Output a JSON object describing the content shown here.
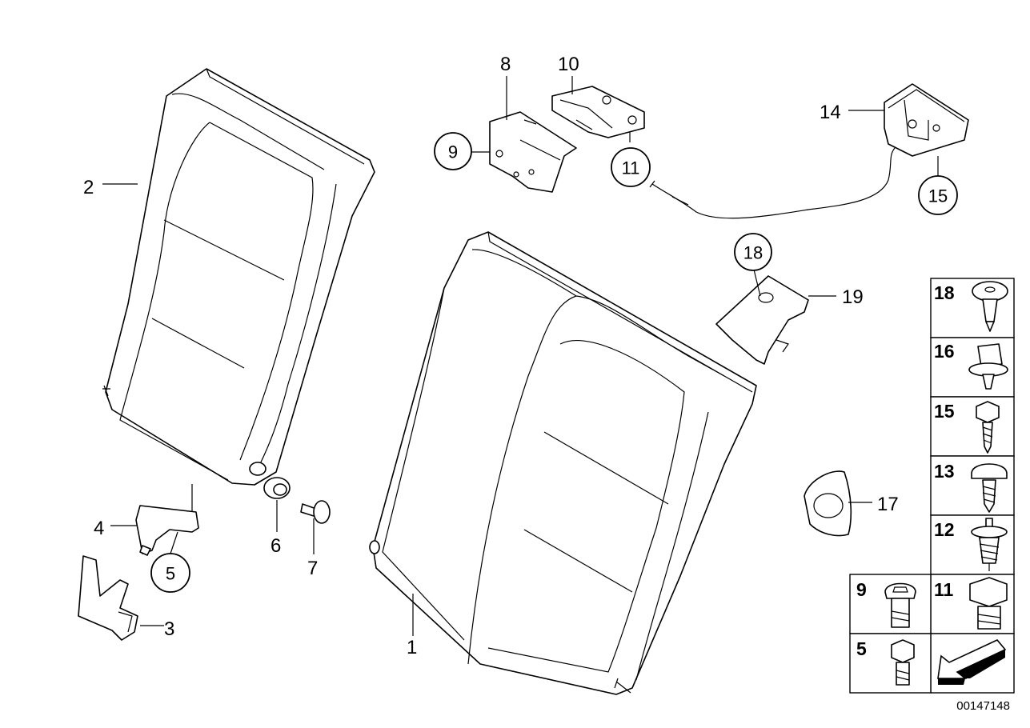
{
  "diagram": {
    "document_number": "00147148",
    "callouts": {
      "c1": "1",
      "c2": "2",
      "c3": "3",
      "c4": "4",
      "c6": "6",
      "c7": "7",
      "c8": "8",
      "c10": "10",
      "c14": "14",
      "c17": "17",
      "c19": "19"
    },
    "circled": {
      "c5": "5",
      "c9": "9",
      "c11": "11",
      "c15": "15",
      "c18": "18"
    },
    "hardware_table": {
      "cells": [
        "18",
        "16",
        "15",
        "13",
        "12",
        "9",
        "11",
        "5"
      ]
    }
  }
}
